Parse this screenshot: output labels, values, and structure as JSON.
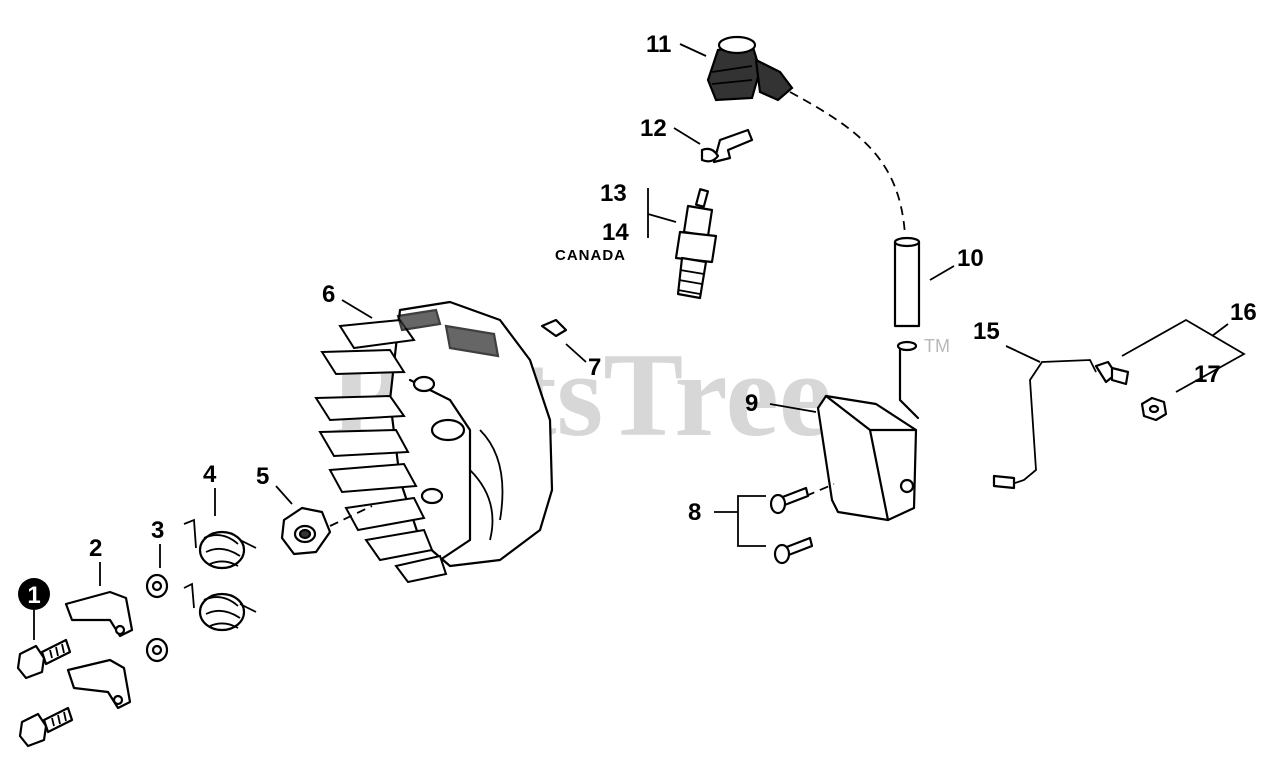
{
  "watermark": {
    "text": "PartsTree",
    "mark": "TM"
  },
  "callouts": {
    "c1": "1",
    "c2": "2",
    "c3": "3",
    "c4": "4",
    "c5": "5",
    "c6": "6",
    "c7": "7",
    "c8": "8",
    "c9": "9",
    "c10": "10",
    "c11": "11",
    "c12": "12",
    "c13": "13",
    "c14": "14",
    "c15": "15",
    "c16": "16",
    "c17": "17"
  },
  "notes": {
    "canada": "CANADA"
  }
}
